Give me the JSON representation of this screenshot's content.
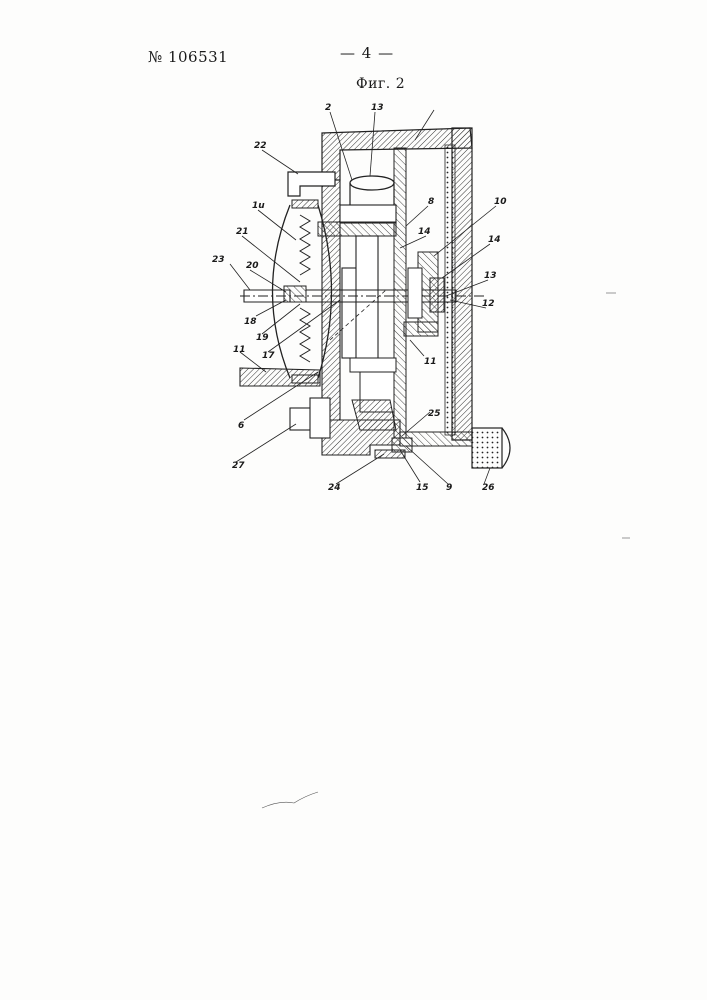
{
  "header": {
    "patent_number": "№ 106531",
    "page_number": "— 4 —",
    "figure_caption": "Фиг. 2"
  },
  "callouts": [
    {
      "id": "c2",
      "label": "2"
    },
    {
      "id": "c13top",
      "label": "13"
    },
    {
      "id": "c22",
      "label": "22"
    },
    {
      "id": "c8",
      "label": "8"
    },
    {
      "id": "c10",
      "label": "10"
    },
    {
      "id": "c1u",
      "label": "1u"
    },
    {
      "id": "c14a",
      "label": "14"
    },
    {
      "id": "c14b",
      "label": "14"
    },
    {
      "id": "c21",
      "label": "21"
    },
    {
      "id": "c23",
      "label": "23"
    },
    {
      "id": "c20",
      "label": "20"
    },
    {
      "id": "c13b",
      "label": "13"
    },
    {
      "id": "c12",
      "label": "12"
    },
    {
      "id": "c18",
      "label": "18"
    },
    {
      "id": "c19",
      "label": "19"
    },
    {
      "id": "c11a",
      "label": "11"
    },
    {
      "id": "c17",
      "label": "17"
    },
    {
      "id": "c11b",
      "label": "11"
    },
    {
      "id": "c6",
      "label": "6"
    },
    {
      "id": "c25",
      "label": "25"
    },
    {
      "id": "c27",
      "label": "27"
    },
    {
      "id": "c24",
      "label": "24"
    },
    {
      "id": "c15",
      "label": "15"
    },
    {
      "id": "c9",
      "label": "9"
    },
    {
      "id": "c26",
      "label": "26"
    }
  ]
}
